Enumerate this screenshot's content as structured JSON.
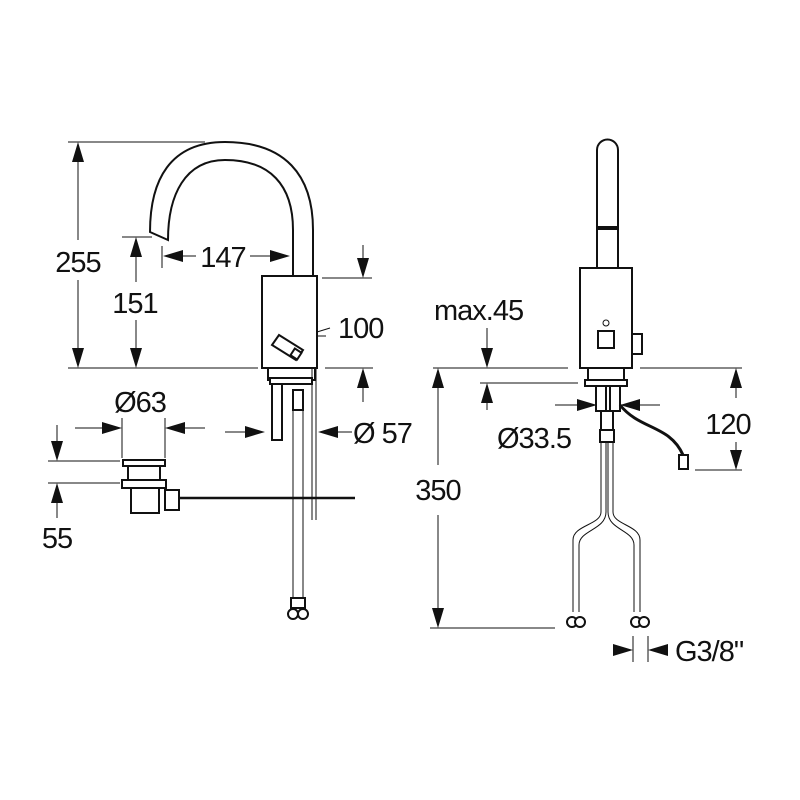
{
  "title": "Faucet dimension drawing",
  "side_view": {
    "total_height": "255",
    "spout_height": "151",
    "spout_reach": "147",
    "body_height": "100",
    "hole_diameter": "Ø 57",
    "drain_diameter": "Ø63",
    "drain_height": "55"
  },
  "front_view": {
    "max_deck_thickness": "max.45",
    "hose_length": "350",
    "shank_diameter": "Ø33.5",
    "cable_length": "120",
    "connection_thread": "G3/8\""
  }
}
